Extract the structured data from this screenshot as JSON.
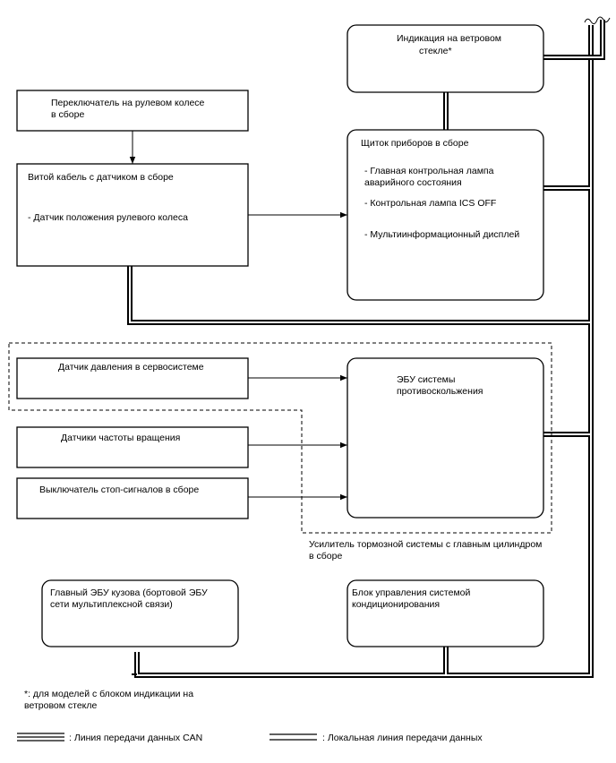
{
  "blocks": {
    "hud": [
      "Индикация на ветровом",
      "стекле*"
    ],
    "steering_switch": [
      "Переключатель на рулевом колесе",
      "в сборе"
    ],
    "spiral_cable": {
      "title": "Витой кабель с датчиком в сборе",
      "item": "- Датчик положения рулевого колеса"
    },
    "combination_meter": {
      "title": "Щиток приборов в сборе",
      "items": [
        "- Главная контрольная лампа",
        "аварийного состояния",
        "- Контрольная лампа ICS OFF",
        "- Мультиинформационный дисплей"
      ]
    },
    "brake_pressure_sensor": "Датчик давления в сервосистеме",
    "skid_ecu": [
      "ЭБУ системы",
      "противоскольжения"
    ],
    "speed_sensors": "Датчики частоты вращения",
    "stop_light_switch": "Выключатель стоп-сигналов в сборе",
    "booster_label": [
      "Усилитель тормозной системы с главным цилиндром",
      "в сборе"
    ],
    "main_body_ecu": [
      "Главный ЭБУ кузова (бортовой ЭБУ",
      "сети мультиплексной связи)"
    ],
    "ac_amplifier": [
      "Блок управления системой",
      "кондиционирования"
    ]
  },
  "footnote": [
    "*: для моделей с блоком индикации на",
    "ветровом стекле"
  ],
  "legend": {
    "can": ": Линия передачи данных CAN",
    "local": ": Локальная линия передачи данных"
  }
}
